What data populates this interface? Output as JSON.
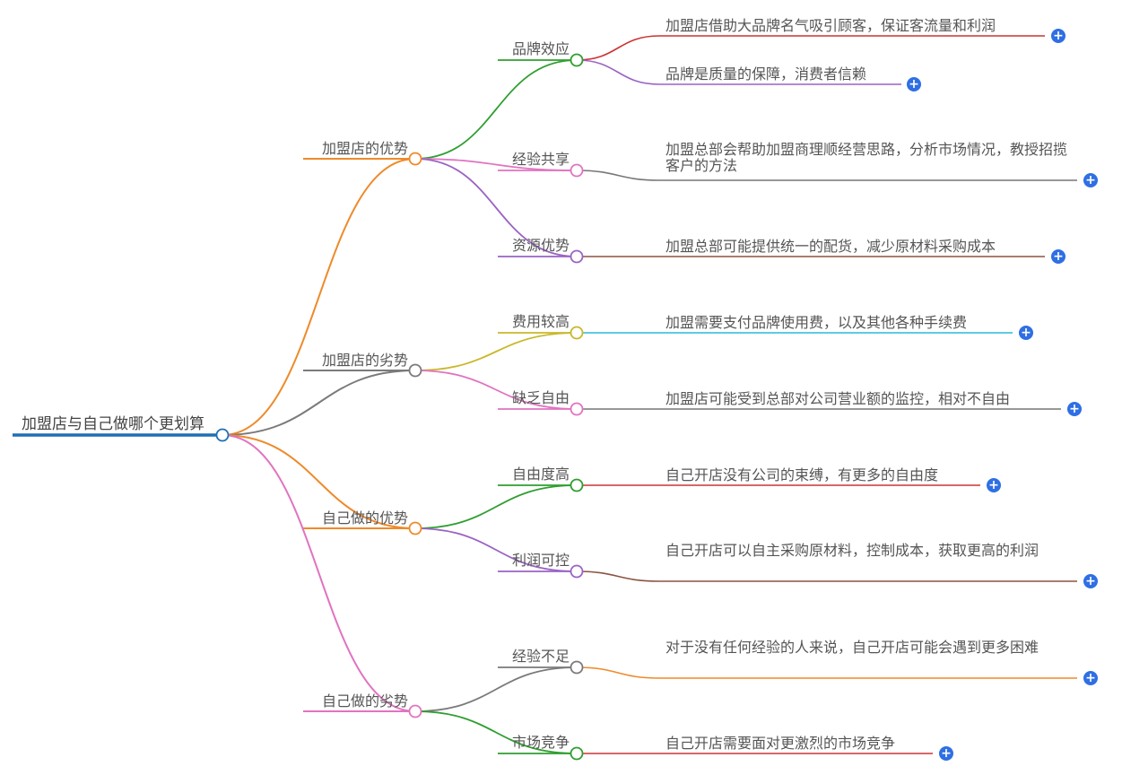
{
  "root": {
    "label": "加盟店与自己做哪个更划算",
    "color": "#1f6fb2"
  },
  "branches": [
    {
      "label": "加盟店的优势",
      "color": "#ee8a2a",
      "children": [
        {
          "label": "品牌效应",
          "color": "#2e9e2e",
          "leaves": [
            {
              "text": "加盟店借助大品牌名气吸引顾客，保证客流量和利润",
              "color": "#cc3333"
            },
            {
              "text": "品牌是质量的保障，消费者信赖",
              "color": "#9a63c4"
            }
          ]
        },
        {
          "label": "经验共享",
          "color": "#e173c0",
          "leaves": [
            {
              "text": "加盟总部会帮助加盟商理顺经营思路，分析市场情况，教授招揽客户的方法",
              "color": "#777777"
            }
          ]
        },
        {
          "label": "资源优势",
          "color": "#9a63c4",
          "leaves": [
            {
              "text": "加盟总部可能提供统一的配货，减少原材料采购成本",
              "color": "#8b5344"
            }
          ]
        }
      ]
    },
    {
      "label": "加盟店的劣势",
      "color": "#7a7a7a",
      "children": [
        {
          "label": "费用较高",
          "color": "#c8b82a",
          "leaves": [
            {
              "text": "加盟需要支付品牌使用费，以及其他各种手续费",
              "color": "#2bb8d6"
            }
          ]
        },
        {
          "label": "缺乏自由",
          "color": "#e173c0",
          "leaves": [
            {
              "text": "加盟店可能受到总部对公司营业额的监控，相对不自由",
              "color": "#777777"
            }
          ]
        }
      ]
    },
    {
      "label": "自己做的优势",
      "color": "#ee8a2a",
      "children": [
        {
          "label": "自由度高",
          "color": "#2e9e2e",
          "leaves": [
            {
              "text": "自己开店没有公司的束缚，有更多的自由度",
              "color": "#cc3333"
            }
          ]
        },
        {
          "label": "利润可控",
          "color": "#9a63c4",
          "leaves": [
            {
              "text": "自己开店可以自主采购原材料，控制成本，获取更高的利润",
              "color": "#8b5344"
            }
          ]
        }
      ]
    },
    {
      "label": "自己做的劣势",
      "color": "#e173c0",
      "children": [
        {
          "label": "经验不足",
          "color": "#7a7a7a",
          "leaves": [
            {
              "text": "对于没有任何经验的人来说，自己开店可能会遇到更多困难",
              "color": "#ee8a2a"
            }
          ]
        },
        {
          "label": "市场竞争",
          "color": "#2e9e2e",
          "leaves": [
            {
              "text": "自己开店需要面对更激烈的市场竞争",
              "color": "#cc3333"
            }
          ]
        }
      ]
    }
  ]
}
